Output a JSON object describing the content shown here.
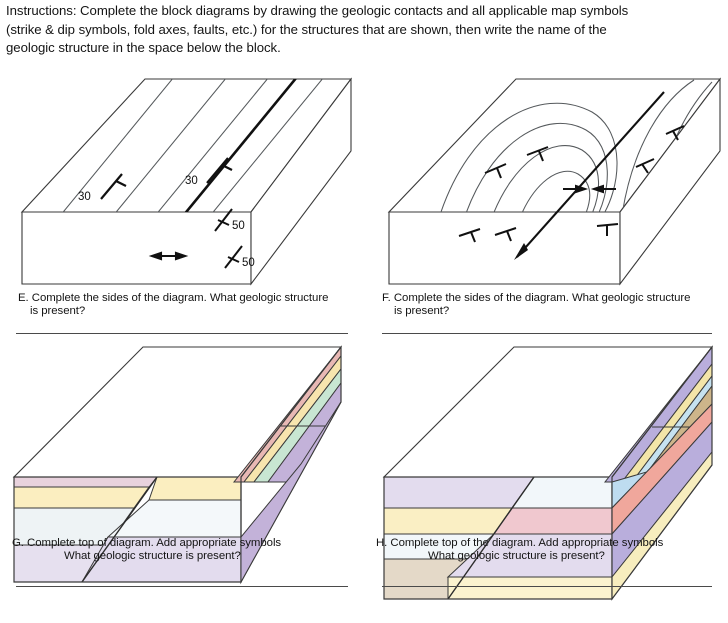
{
  "instructions": {
    "line1": "Instructions: Complete the block diagrams by drawing the geologic contacts and all applicable map symbols",
    "line2": "(strike & dip symbols, fold axes, faults, etc.) for the structures that are shown, then write the name of the",
    "line3": "geologic structure in the space below the block."
  },
  "panels": {
    "E": {
      "id": "E",
      "caption_line1": "E. Complete the sides of the diagram. What geologic structure",
      "caption_line2": "is present?",
      "diagram_type": "block-diagram-tilted-beds",
      "dip_labels": [
        "30",
        "30",
        "50",
        "50"
      ],
      "symbols": {
        "strike_dip_count": 4,
        "anticline_axis_arrows": "diverging-double-arrow"
      }
    },
    "F": {
      "id": "F",
      "caption_line1": "F. Complete the sides of the diagram. What geologic structure",
      "caption_line2": "is present?",
      "diagram_type": "block-diagram-plunging-fold",
      "symbols": {
        "strike_dip_count": 6,
        "fold_axis": "plunge-arrow",
        "axis_arrows": "converging-double-arrow"
      }
    },
    "G": {
      "id": "G",
      "caption_line1": "G. Complete top of diagram. Add appropriate symbols",
      "caption_line2": "What geologic structure is present?",
      "diagram_type": "block-diagram-faulted-strata",
      "front_layers_left": [
        "#e8d2dd",
        "#fbeec0",
        "#eef3f5",
        "#e6e0ef"
      ],
      "front_layers_right": [
        "#fbeec0",
        "#f4f8fa",
        "#e3dcee"
      ],
      "side_layers": [
        "#e8b8b4",
        "#f7e5ae",
        "#c8e6d2",
        "#c3b2d9"
      ]
    },
    "H": {
      "id": "H",
      "caption_line1": "H. Complete top of the diagram. Add appropriate symbols",
      "caption_line2": "What geologic structure is present?",
      "diagram_type": "block-diagram-faulted-strata",
      "front_layers_left": [
        "#e3dcee",
        "#faefc4",
        "#f2f7fa",
        "#e4d9c8"
      ],
      "front_layers_right": [
        "#f2f7fa",
        "#f0c8cf",
        "#e3dcee",
        "#fbf3cf"
      ],
      "side_layers_upper": [
        "#b9aedc",
        "#f3e5a8",
        "#c6e2f0",
        "#cdb58a"
      ],
      "side_layers_lower": [
        "#bedcf0",
        "#f0a79c",
        "#b9aedc",
        "#f7edbe"
      ]
    }
  },
  "colors": {
    "ink": "#1a1a1a",
    "rule": "#4a4a4a",
    "block_outline": "#3a3a3a"
  }
}
